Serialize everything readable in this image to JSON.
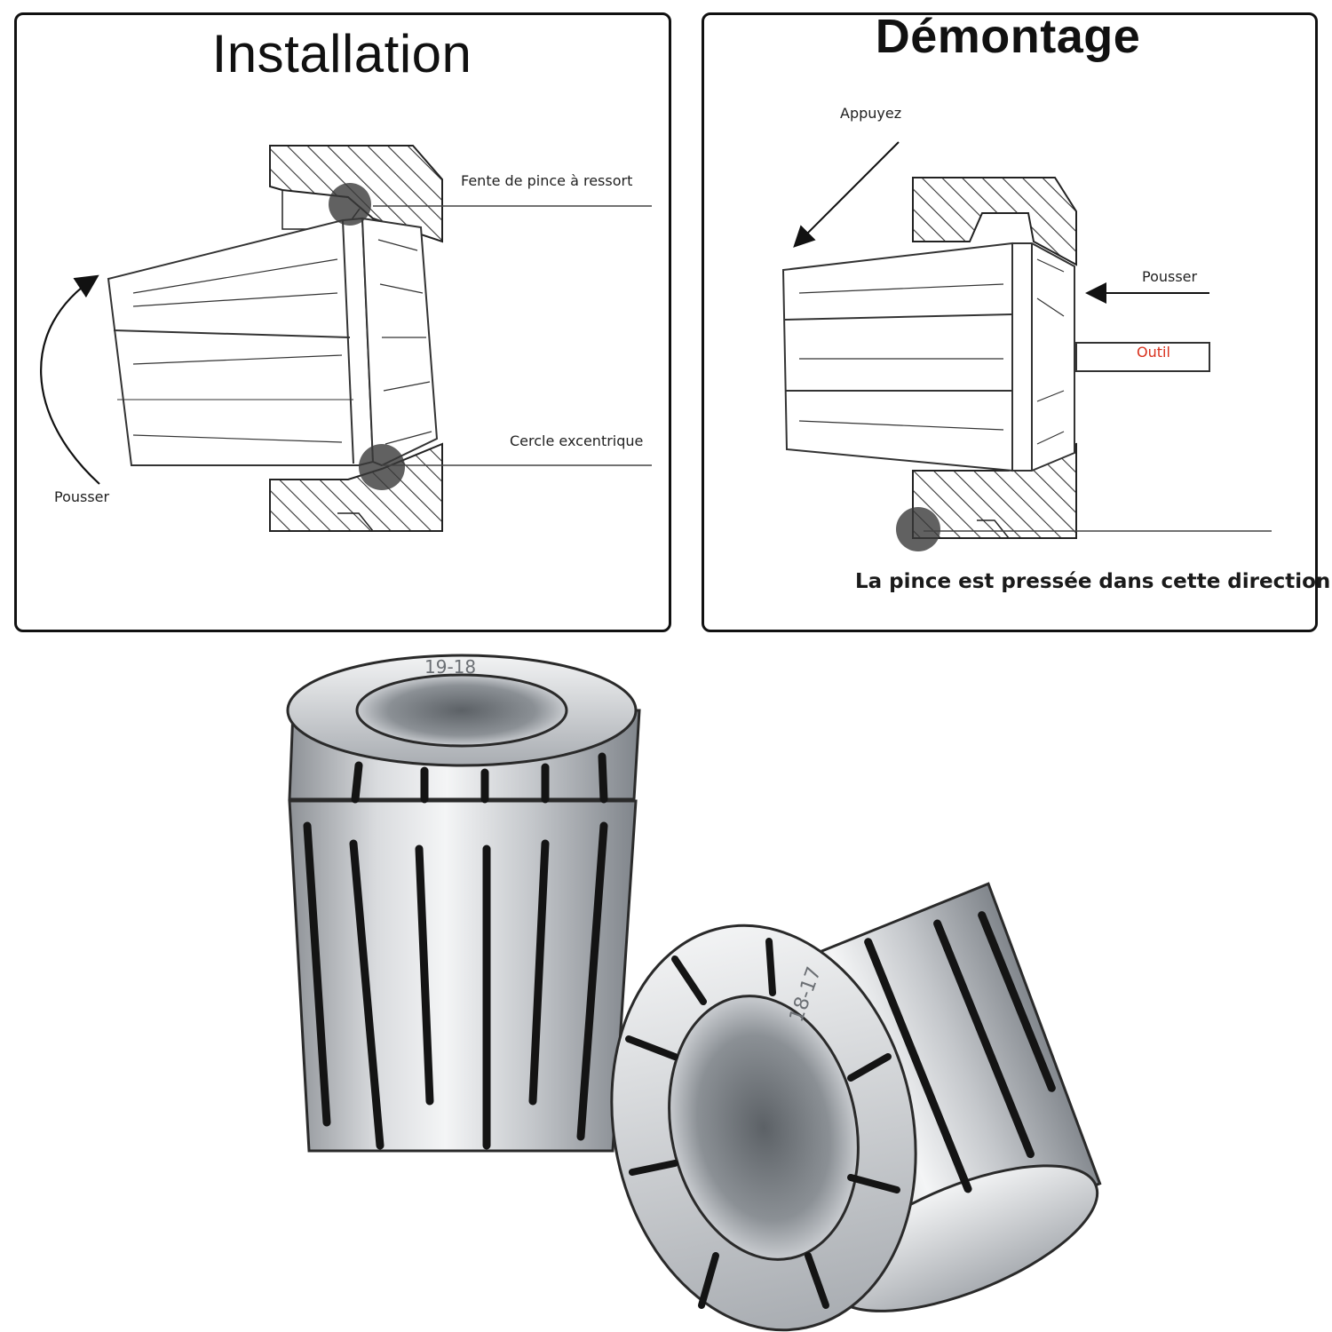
{
  "installation": {
    "title": "Installation",
    "labels": {
      "slot": "Fente de pince à ressort",
      "eccentric": "Cercle excentrique",
      "push": "Pousser"
    }
  },
  "demontage": {
    "title": "Démontage",
    "labels": {
      "press": "Appuyez",
      "push": "Pousser",
      "tool": "Outil",
      "direction": "La pince est pressée dans cette direction"
    }
  },
  "photo": {
    "collet_left_marking": "19-18",
    "collet_right_marking": "18-17"
  },
  "colors": {
    "frame": "#111111",
    "hatch": "#333333",
    "accent_red": "#d9301c",
    "steel_light": "#e4e6e8",
    "steel_dark": "#8c9096"
  }
}
